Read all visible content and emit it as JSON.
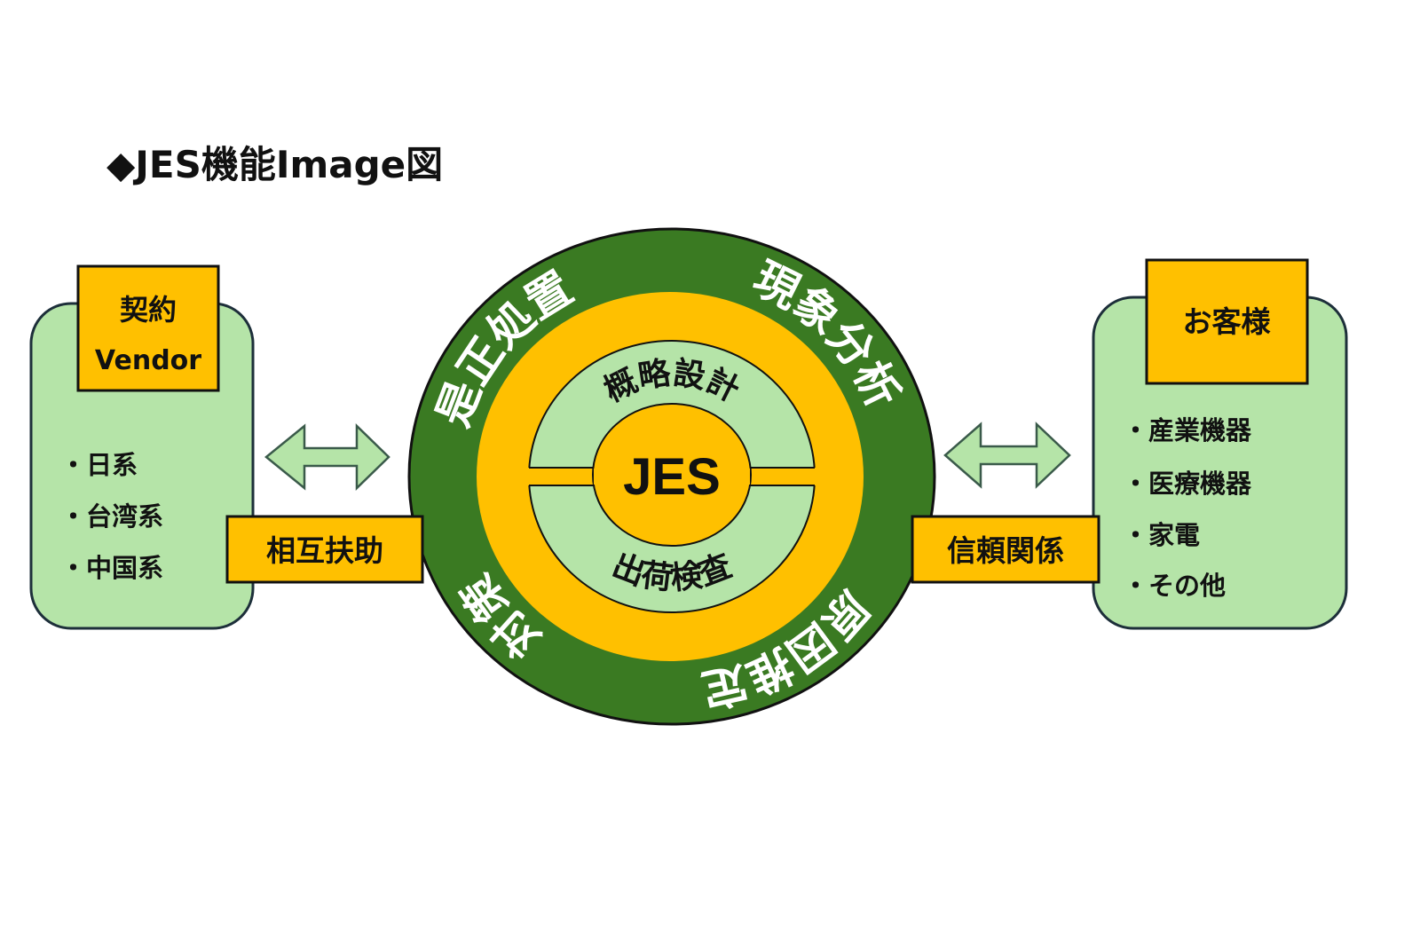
{
  "title": "◆JES機能Image図",
  "colors": {
    "dark_green": "#3a7a22",
    "yellow": "#ffc000",
    "light_green": "#b5e4a8",
    "outline": "#1d2f3a"
  },
  "vendor": {
    "header_line1": "契約",
    "header_line2": "Vendor",
    "items": [
      "・日系",
      "・台湾系",
      "・中国系"
    ],
    "relation": "相互扶助"
  },
  "customer": {
    "header": "お客様",
    "items": [
      "・産業機器",
      "・医療機器",
      "・家電",
      "・その他"
    ],
    "relation": "信頼関係"
  },
  "core": {
    "center": "JES",
    "inner": [
      "概略設計",
      "出荷検査"
    ],
    "outer": [
      "是正処置",
      "現象分析",
      "原因推定",
      "対策"
    ]
  }
}
